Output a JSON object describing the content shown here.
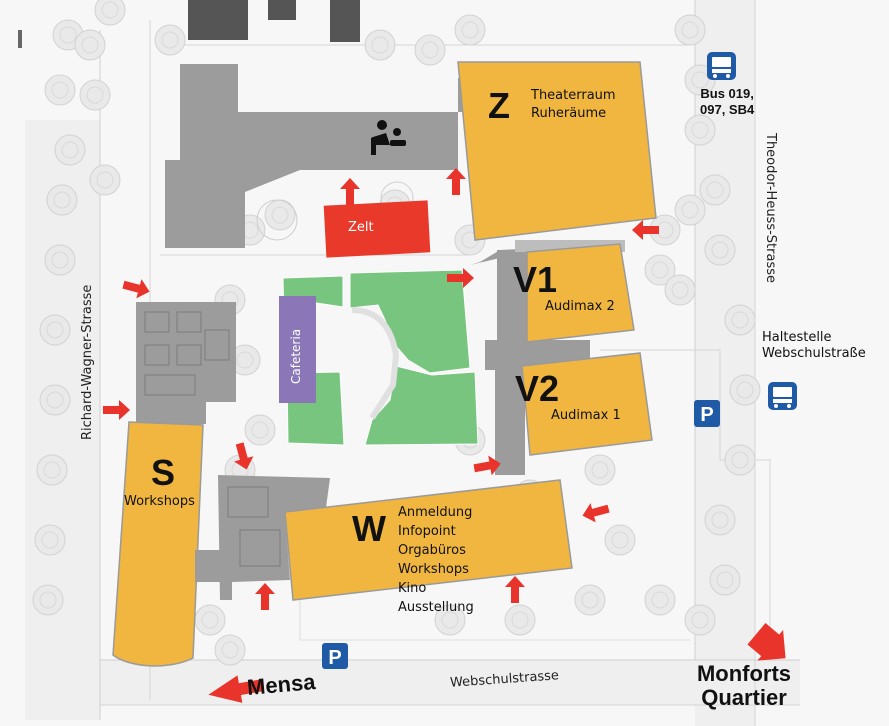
{
  "buildings": {
    "z": {
      "letter": "Z",
      "rooms": [
        "Theaterraum",
        "Ruheräume"
      ]
    },
    "v1": {
      "letter": "V1",
      "room": "Audimax 2"
    },
    "v2": {
      "letter": "V2",
      "room": "Audimax 1"
    },
    "s": {
      "letter": "S",
      "room": "Workshops"
    },
    "w": {
      "letter": "W",
      "rooms": [
        "Anmeldung",
        "Infopoint",
        "Orgabüros",
        "Workshops",
        "Kino",
        "Ausstellung"
      ]
    },
    "zelt": "Zelt",
    "cafeteria": "Cafeteria"
  },
  "streets": {
    "richard_wagner": "Richard-Wagner-Strasse",
    "theodor_heuss": "Theodor-Heuss-Strasse",
    "webschul": "Webschulstrasse"
  },
  "bus": {
    "lines": [
      "Bus 019,",
      "097, SB4"
    ],
    "stop": [
      "Haltestelle",
      "Webschulstraße"
    ]
  },
  "parking": "P",
  "destinations": {
    "mensa": "Mensa",
    "monforts": [
      "Monforts",
      "Quartier"
    ]
  },
  "icons": [
    "baby-changing-icon",
    "bus-icon",
    "parking-icon",
    "entrance-arrow-icon"
  ],
  "colors": {
    "building": "#f0b640",
    "zelt": "#e8392a",
    "cafeteria": "#8b77b7",
    "green": "#78c57f",
    "arrow": "#e8342a",
    "grey_building": "#9c9c9c",
    "bus_blue": "#1f5aa6"
  }
}
